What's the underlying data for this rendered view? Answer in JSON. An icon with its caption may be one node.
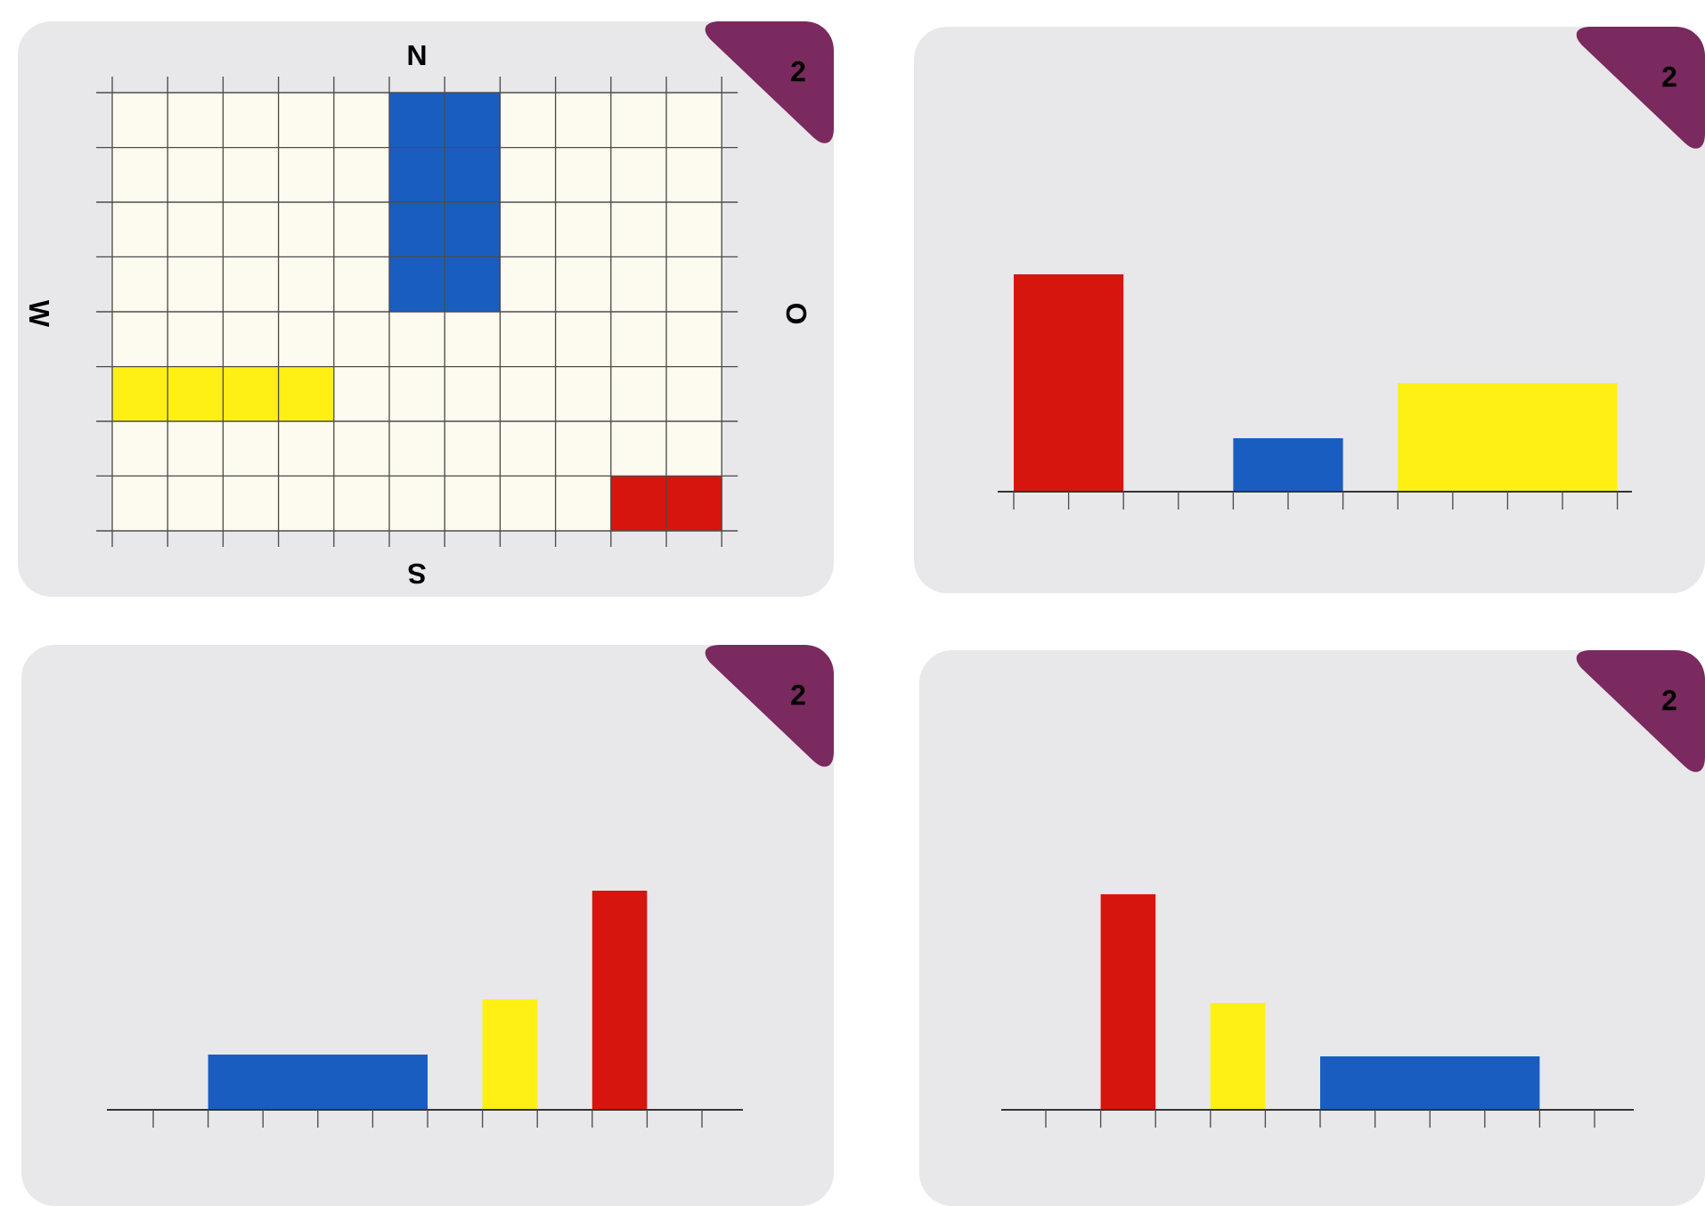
{
  "diagram": {
    "nodes": [
      {
        "text": [
          "2",
          "N",
          "W",
          "O",
          "S"
        ]
      },
      {
        "text": [
          "2"
        ]
      },
      {
        "text": [
          "2"
        ]
      },
      {
        "text": [
          "2"
        ]
      }
    ]
  }
}
